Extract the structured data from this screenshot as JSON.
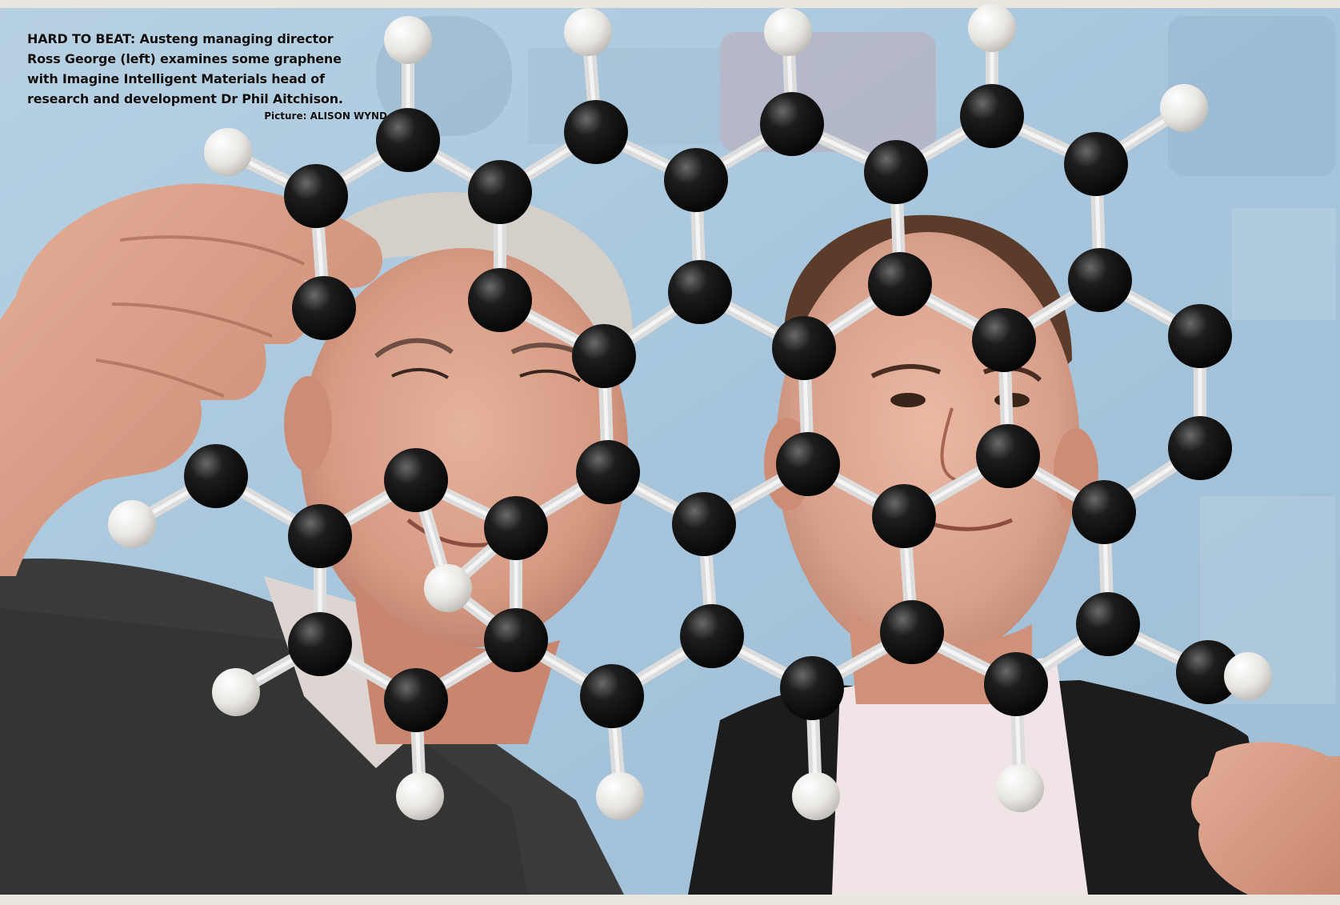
{
  "caption": {
    "lead": "HARD TO BEAT:",
    "line1_rest": " Austeng managing director",
    "line2": "Ross George (left) examines some graphene",
    "line3": "with Imagine Intelligent Materials head of",
    "line4": "research and development Dr Phil Aitchison."
  },
  "credit": {
    "label": "Picture:",
    "name": "ALISON WYND"
  },
  "colors": {
    "backdrop_sky": "#a9c8de",
    "backdrop_pale": "#d6e4ee",
    "atom_carbon": "#111111",
    "atom_hydrogen": "#f2f2f0",
    "bond": "#dcdcdc",
    "skin": "#d9a08a",
    "jacket_left": "#3c3c3c",
    "jacket_right": "#1b1b1b",
    "shirt_right": "#f3e6e8",
    "hair_left": "#d8d4cf",
    "hair_right": "#5a3b2a"
  },
  "scene": {
    "subject": "graphene-molecular-model",
    "people": [
      "left-man",
      "right-man"
    ]
  }
}
